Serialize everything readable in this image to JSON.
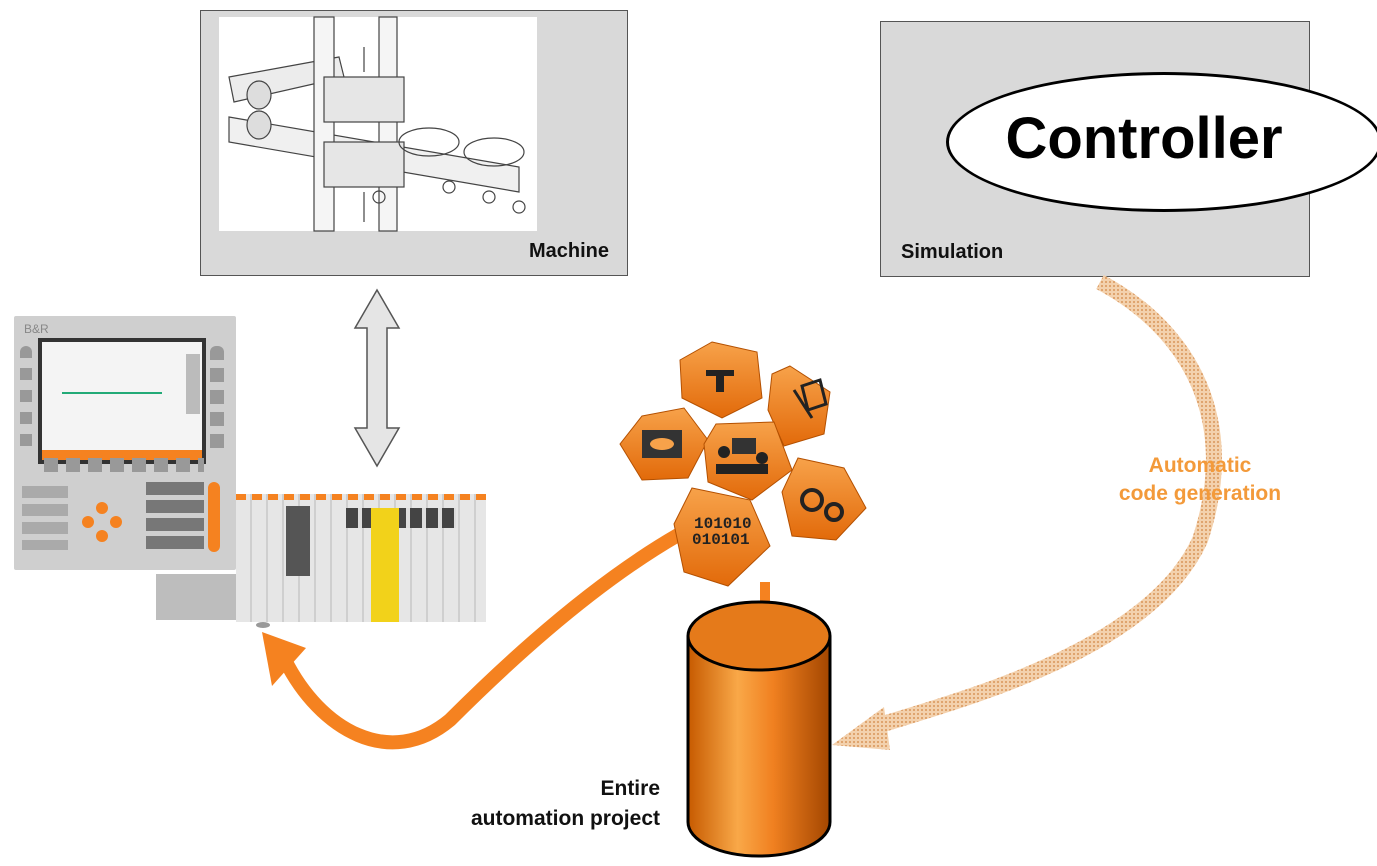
{
  "machine": {
    "label": "Machine"
  },
  "simulation": {
    "label": "Simulation",
    "controller_label": "Controller"
  },
  "arrow_right": {
    "label_line1": "Automatic",
    "label_line2": "code generation"
  },
  "project": {
    "label_line1": "Entire",
    "label_line2": "automation project"
  },
  "hmi_panel": {
    "brand": "B&R"
  },
  "hexagon_icons": [
    "wrench-icon",
    "display-eye-icon",
    "people-meeting-icon",
    "tools-icon",
    "binary-code-icon",
    "gears-icon"
  ],
  "colors": {
    "accent_orange": "#f58220",
    "dotted_orange": "#e8a868",
    "box_gray": "#d9d9d9"
  }
}
